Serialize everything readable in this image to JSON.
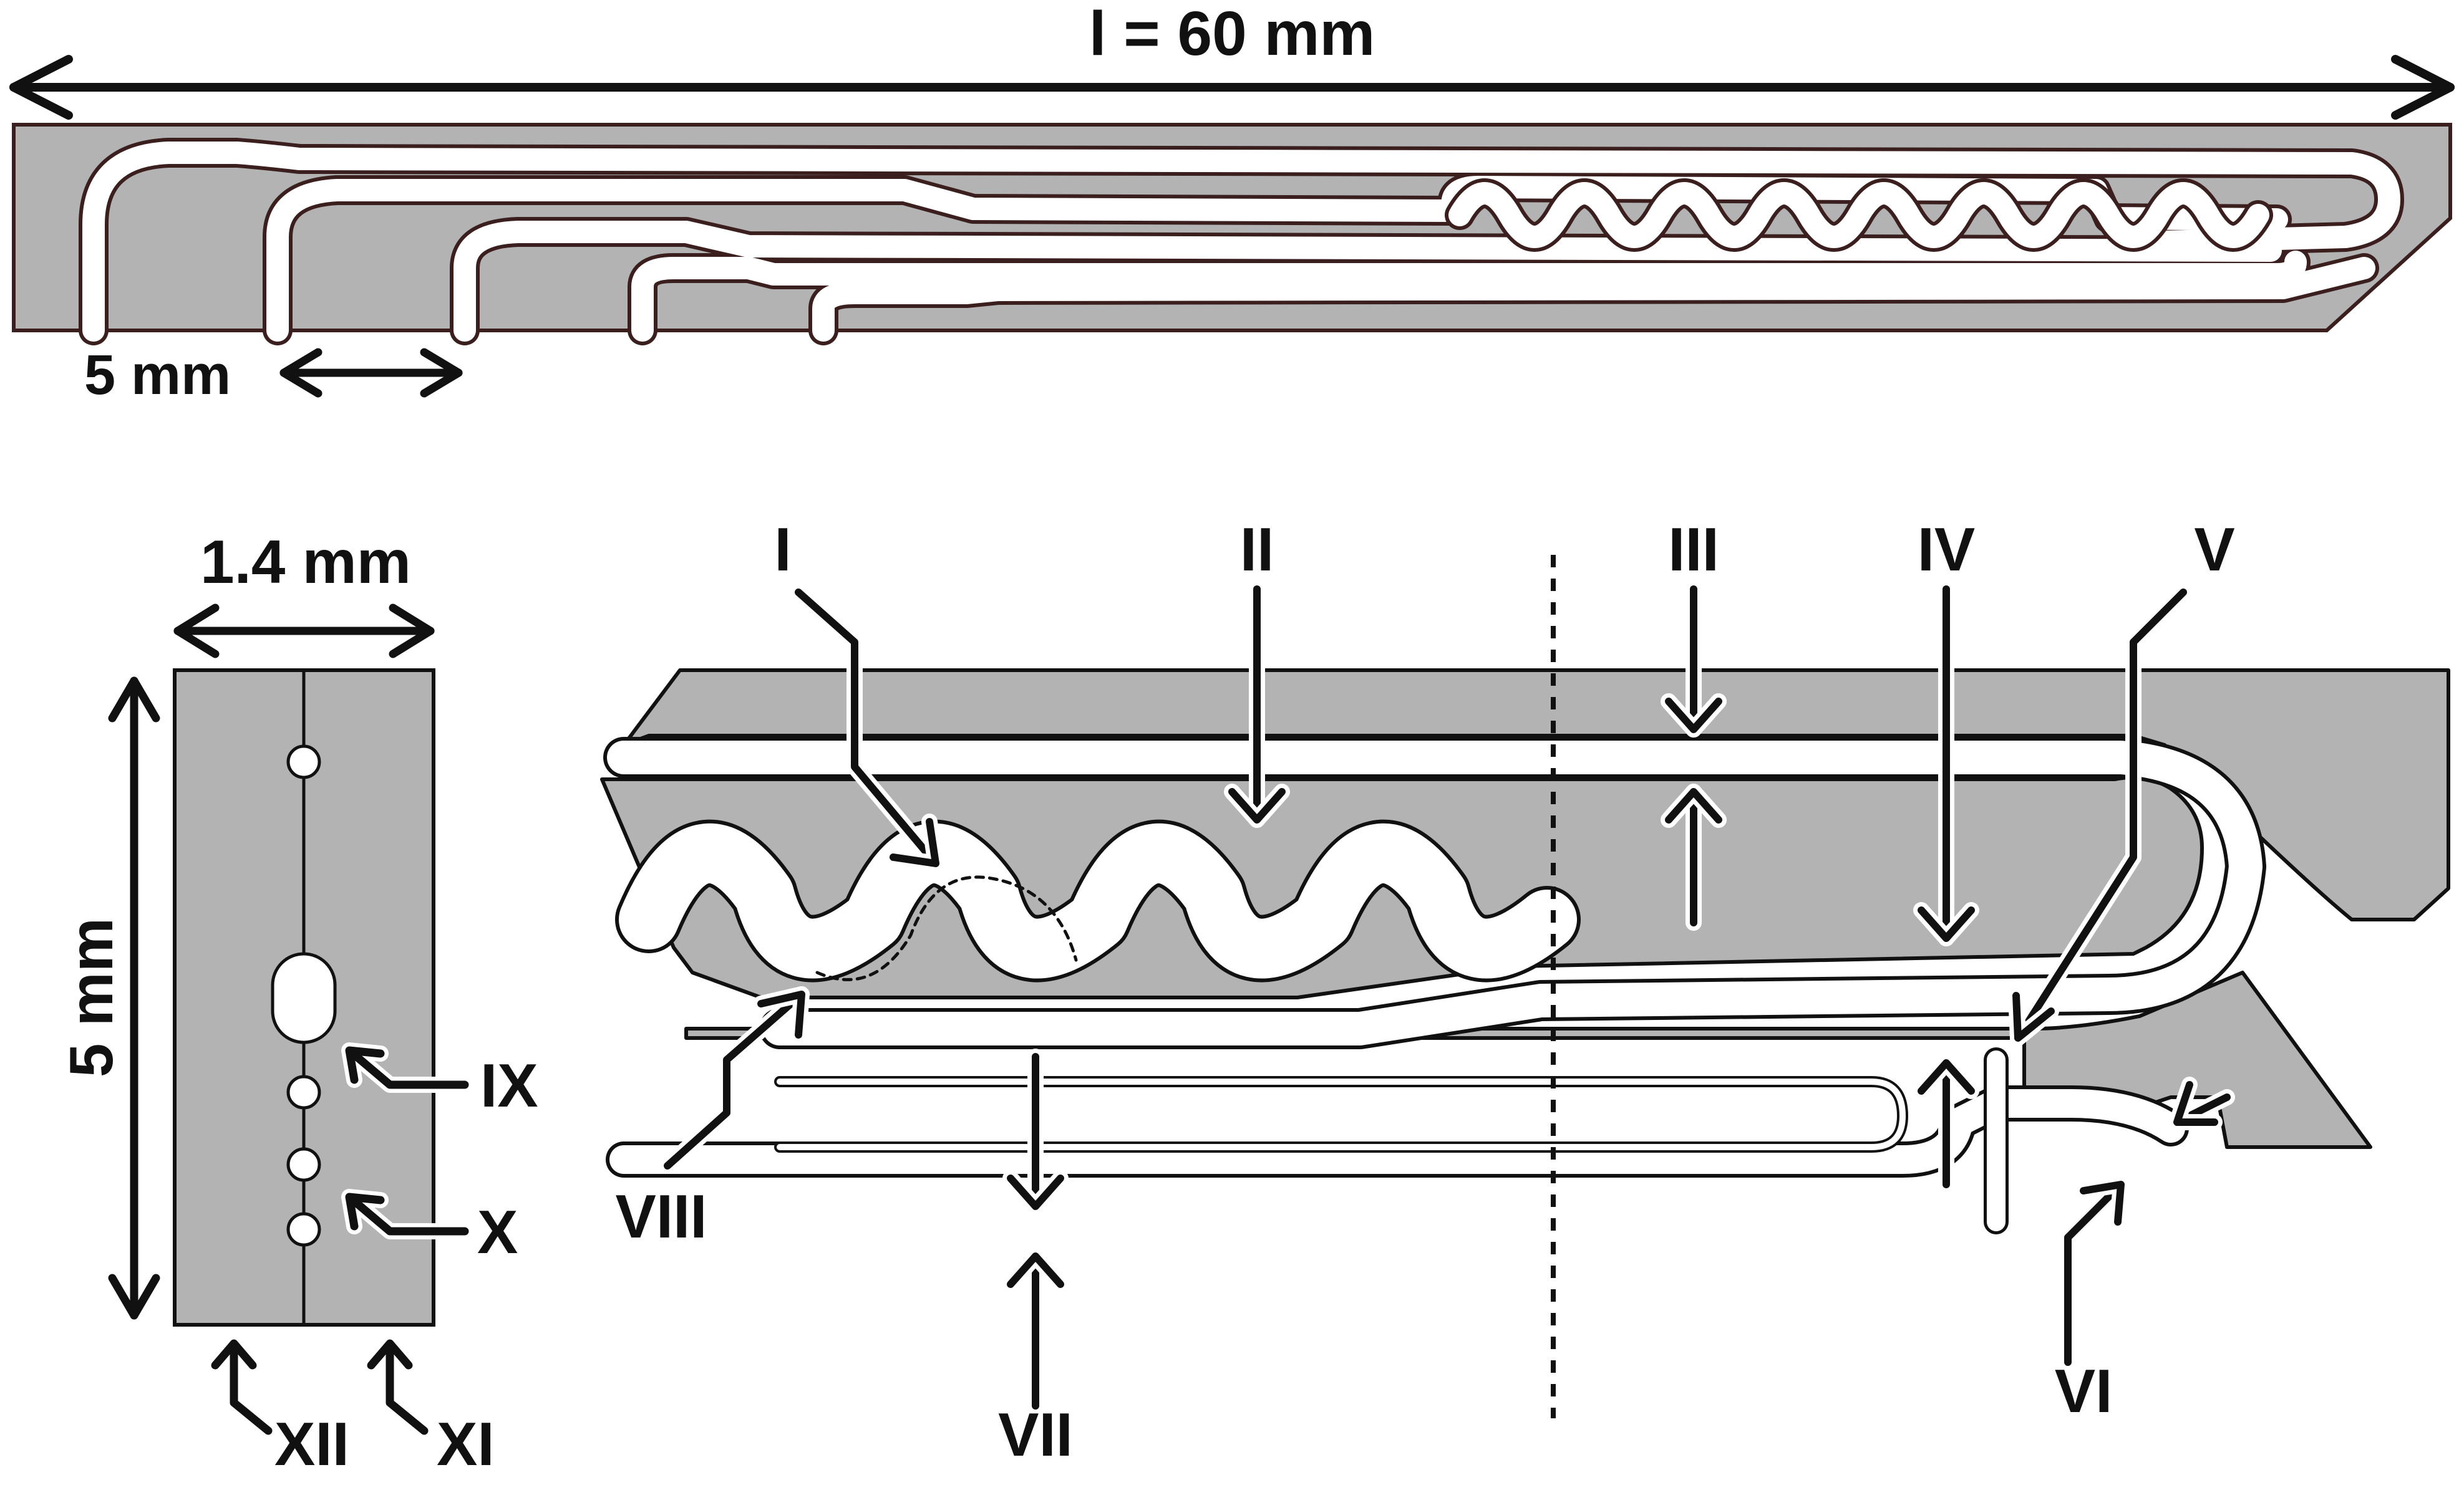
{
  "colors": {
    "substrate": "#b3b3b3",
    "outline": "#3b1f1f",
    "channel": "#ffffff",
    "annotation": "#111111"
  },
  "top_view": {
    "length_label": "l = 60 mm",
    "spacing_label": "5 mm"
  },
  "cross_section": {
    "width_label": "1.4 mm",
    "height_label": "5 mm",
    "labels": {
      "IX": "IX",
      "X": "X",
      "XI": "XI",
      "XII": "XII"
    }
  },
  "detail_view": {
    "labels": {
      "I": "I",
      "II": "II",
      "III": "III",
      "IV": "IV",
      "V": "V",
      "VI": "VI",
      "VII": "VII",
      "VIII": "VIII"
    }
  }
}
